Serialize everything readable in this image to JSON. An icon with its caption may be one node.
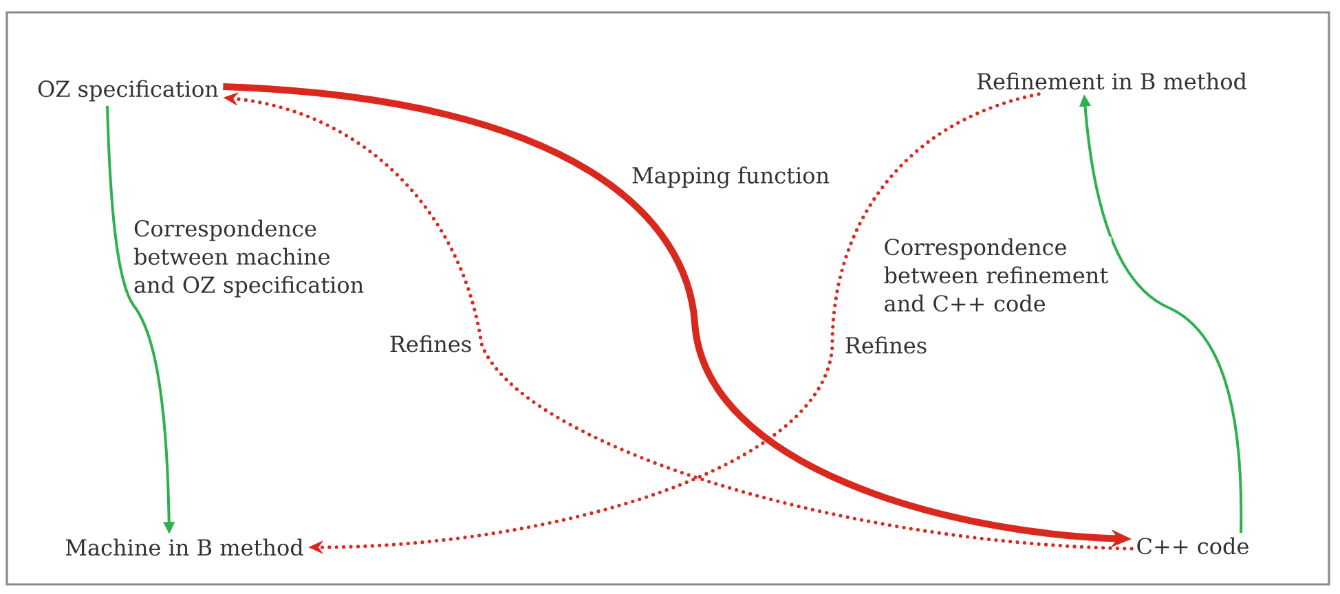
{
  "diagram": {
    "nodes": [
      {
        "text": [
          "OZ specification"
        ]
      },
      {
        "text": [
          "Refinement in B method"
        ]
      },
      {
        "text": [
          "Machine in B method"
        ]
      },
      {
        "text": [
          "C++ code"
        ]
      }
    ],
    "edges": [
      {
        "from": 0,
        "to": 3,
        "arrow": "to",
        "label": "Mapping function",
        "style": "thick"
      },
      {
        "from": 3,
        "to": 0,
        "arrow": "to",
        "label": "Refines",
        "style": "dashed"
      },
      {
        "from": 1,
        "to": 2,
        "arrow": "to",
        "label": "Refines",
        "style": "dashed"
      },
      {
        "from": 0,
        "to": 2,
        "arrow": "to",
        "label": "Correspondence between machine and OZ specification",
        "color": "#2eb04e"
      },
      {
        "from": 3,
        "to": 1,
        "arrow": "to",
        "label": "Correspondence between refinement and C++ code",
        "color": "#2eb04e"
      }
    ]
  }
}
